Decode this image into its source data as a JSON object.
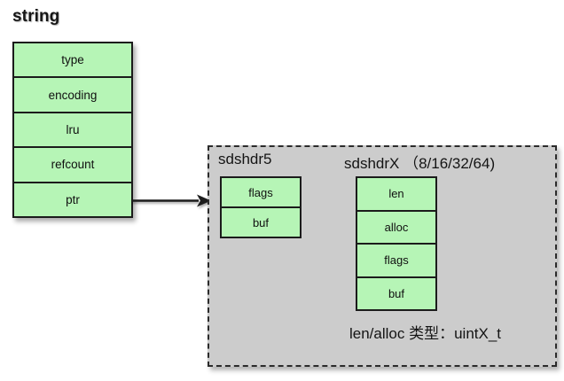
{
  "diagram": {
    "title": "string",
    "type": "memory-layout-diagram"
  },
  "string_object": {
    "name": "string",
    "fields": [
      {
        "label": "type"
      },
      {
        "label": "encoding"
      },
      {
        "label": "lru"
      },
      {
        "label": "refcount"
      },
      {
        "label": "ptr"
      }
    ]
  },
  "arrow": {
    "from": "ptr",
    "to": "sds-panel",
    "icon": "arrow-right-icon"
  },
  "sds_panel": {
    "sdshdr5": {
      "label": "sdshdr5",
      "fields": [
        {
          "label": "flags"
        },
        {
          "label": "buf"
        }
      ]
    },
    "sdshdrx": {
      "label": "sdshdrX （8/16/32/64)",
      "fields": [
        {
          "label": "len"
        },
        {
          "label": "alloc"
        },
        {
          "label": "flags"
        },
        {
          "label": "buf"
        }
      ]
    },
    "note": "len/alloc 类型：uintX_t"
  },
  "colors": {
    "page_background": "#ffffff",
    "struct_fill": "#b6f5b6",
    "struct_border": "#1b1b1b",
    "panel_fill": "#cccccc",
    "panel_border": "#2b2b2b",
    "text": "#141414"
  }
}
